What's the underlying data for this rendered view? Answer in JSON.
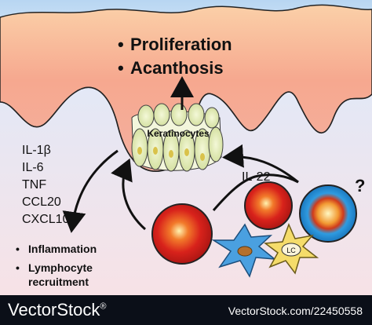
{
  "outcomes": [
    "Proliferation",
    "Acanthosis"
  ],
  "keratinocytes_label": "Keratinocytes",
  "cytokines": [
    "IL-1β",
    "IL-6",
    "TNF",
    "CCL20",
    "CXCL10"
  ],
  "effects": [
    "Inflammation",
    "Lymphocyte",
    "recruitment"
  ],
  "il22_label": "IL-22",
  "lc_label": "LC",
  "question_mark": "?",
  "footer": {
    "logo_text": "VectorStock",
    "logo_mark": "®",
    "image_id": "VectorStock.com/22450558"
  },
  "colors": {
    "epidermis_top": "#f7a888",
    "dermis": "#eee7f2",
    "cell_red": "#d9261c",
    "cell_blue": "#1e8fd6",
    "dendritic_blue": "#4aa0e0",
    "lc_yellow": "#f5dc6a",
    "keratinocyte": "#e4efb8",
    "footer_bg": "#0b0f18"
  }
}
